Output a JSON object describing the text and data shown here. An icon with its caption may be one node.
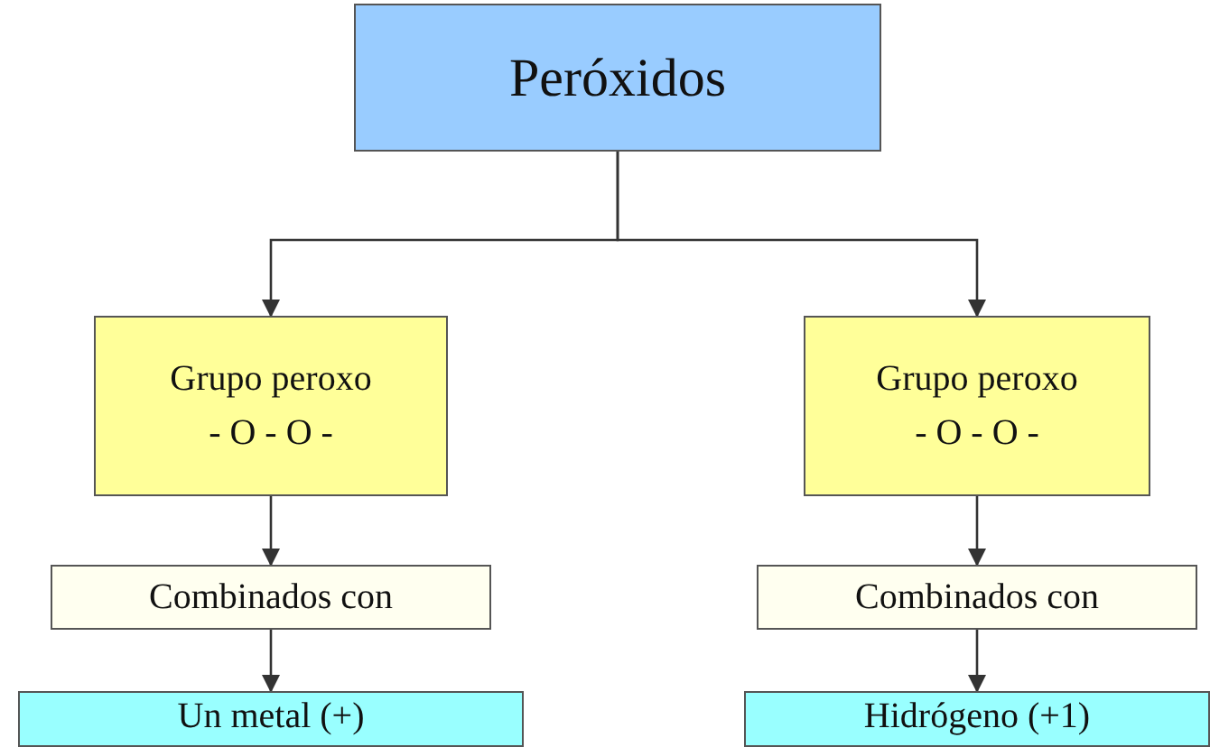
{
  "diagram": {
    "nodes": [
      {
        "text": [
          "Peróxidos"
        ]
      },
      {
        "text": [
          "Grupo peroxo",
          "- O - O -"
        ]
      },
      {
        "text": [
          "Grupo peroxo",
          "- O - O -"
        ]
      },
      {
        "text": [
          "Combinados con"
        ]
      },
      {
        "text": [
          "Combinados con"
        ]
      },
      {
        "text": [
          "Un metal (+)"
        ]
      },
      {
        "text": [
          "Hidrógeno (+1)"
        ]
      }
    ],
    "edges": [
      {
        "from": 0,
        "to": 1,
        "arrow": "to"
      },
      {
        "from": 0,
        "to": 2,
        "arrow": "to"
      },
      {
        "from": 1,
        "to": 3,
        "arrow": "to"
      },
      {
        "from": 3,
        "to": 5,
        "arrow": "to"
      },
      {
        "from": 2,
        "to": 4,
        "arrow": "to"
      },
      {
        "from": 4,
        "to": 6,
        "arrow": "to"
      }
    ]
  }
}
